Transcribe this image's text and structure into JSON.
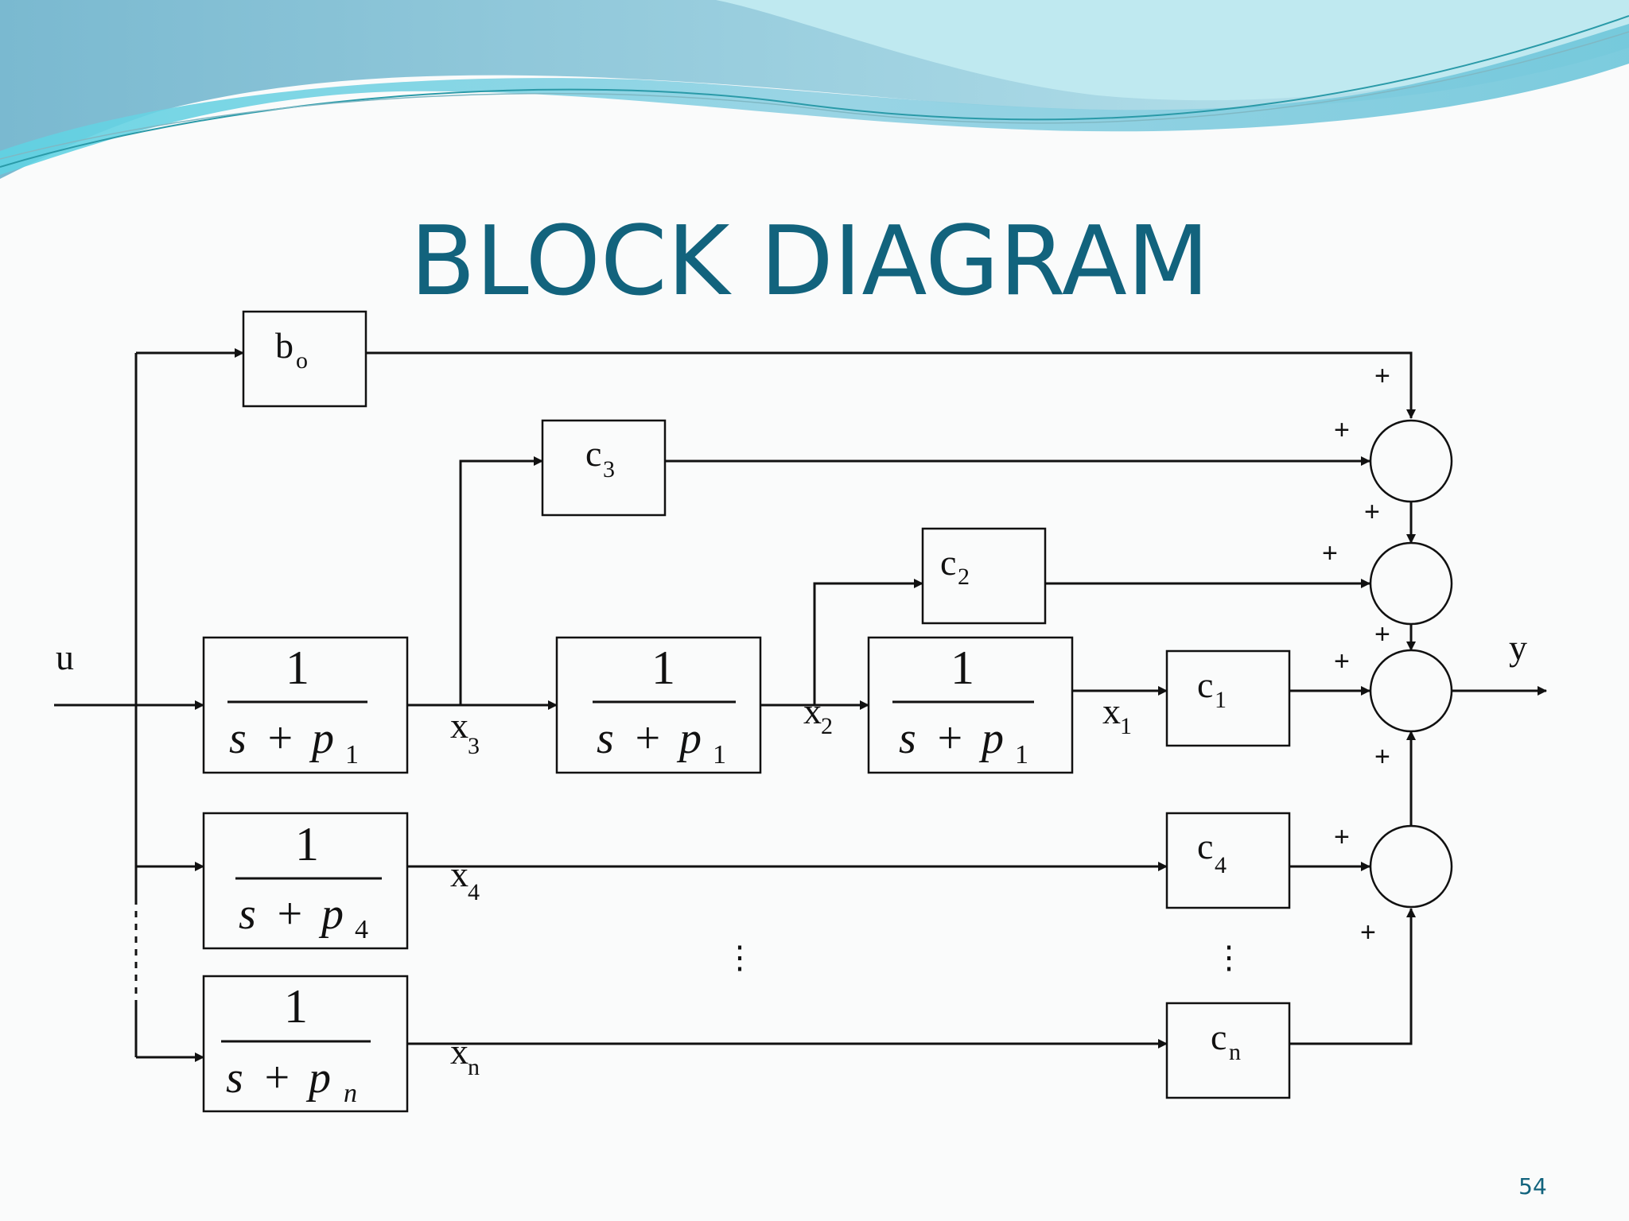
{
  "slide": {
    "title": "BLOCK DIAGRAM",
    "page_number": "54",
    "theme_colors": {
      "accent_dark": "#12637d",
      "wave_light": "#a8dde8",
      "wave_mid": "#6ec6da"
    }
  },
  "diagram": {
    "input": "u",
    "output": "y",
    "gain_blocks": {
      "b0": {
        "main": "b",
        "sub": "o"
      },
      "c3": {
        "main": "c",
        "sub": "3"
      },
      "c2": {
        "main": "c",
        "sub": "2"
      },
      "c1": {
        "main": "c",
        "sub": "1"
      },
      "c4": {
        "main": "c",
        "sub": "4"
      },
      "cn": {
        "main": "c",
        "sub": "n"
      }
    },
    "transfer_blocks": {
      "tf1": {
        "numerator": "1",
        "den_var": "s",
        "den_op": "+",
        "den_pole": "p",
        "den_sub": "1"
      },
      "tf2": {
        "numerator": "1",
        "den_var": "s",
        "den_op": "+",
        "den_pole": "p",
        "den_sub": "1"
      },
      "tf3": {
        "numerator": "1",
        "den_var": "s",
        "den_op": "+",
        "den_pole": "p",
        "den_sub": "1"
      },
      "tf4": {
        "numerator": "1",
        "den_var": "s",
        "den_op": "+",
        "den_pole": "p",
        "den_sub": "4"
      },
      "tfn": {
        "numerator": "1",
        "den_var": "s",
        "den_op": "+",
        "den_pole": "p",
        "den_sub": "n"
      }
    },
    "signals": {
      "x3": {
        "main": "x",
        "sub": "3"
      },
      "x2": {
        "main": "x",
        "sub": "2"
      },
      "x1": {
        "main": "x",
        "sub": "1"
      },
      "x4": {
        "main": "x",
        "sub": "4"
      },
      "xn": {
        "main": "x",
        "sub": "n"
      }
    },
    "summing_sign": "+",
    "ellipsis": "⋮"
  }
}
